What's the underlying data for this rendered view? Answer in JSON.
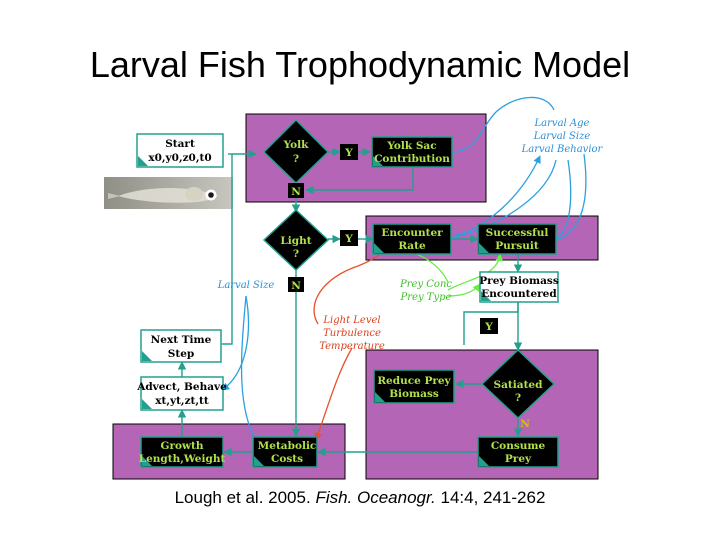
{
  "title": "Larval Fish Trophodynamic Model",
  "citation": {
    "authors": "Lough et al. 2005.",
    "journal": "Fish. Oceanogr.",
    "ref": "14:4, 241-262"
  },
  "nodes": {
    "start": [
      "Start",
      "x0,y0,z0,t0"
    ],
    "yolk_q": [
      "Yolk",
      "?"
    ],
    "yolk_contrib": [
      "Yolk Sac",
      "Contribution"
    ],
    "light_q": [
      "Light",
      "?"
    ],
    "encounter": [
      "Encounter",
      "Rate"
    ],
    "pursuit": [
      "Successful",
      "Pursuit"
    ],
    "prey_biomass": [
      "Prey Biomass",
      "Encountered"
    ],
    "next_step": [
      "Next Time",
      "Step"
    ],
    "advect": [
      "Advect, Behave",
      "xt,yt,zt,tt"
    ],
    "growth": [
      "Growth",
      "Length,Weight"
    ],
    "metabolic": [
      "Metabolic",
      "Costs"
    ],
    "reduce_prey": [
      "Reduce Prey",
      "Biomass"
    ],
    "satiated_q": [
      "Satiated",
      "?"
    ],
    "consume": [
      "Consume",
      "Prey"
    ]
  },
  "labels": {
    "y": "Y",
    "n": "N"
  },
  "notes": {
    "larval_traits": [
      "Larval Age",
      "Larval Size",
      "Larval Behavior"
    ],
    "larval_size": "Larval Size",
    "prey": [
      "Prey Conc",
      "Prey Type"
    ],
    "environment": [
      "Light Level",
      "Turbulence",
      "Temperature"
    ]
  },
  "colors": {
    "panel": "#b565b5",
    "node_border": "#1a9a8a",
    "node_fill": "#ffffff",
    "arrow": "#22a08e",
    "blue_curve": "#2ba0e0",
    "green_curve": "#66ee44",
    "red_curve": "#e8502a",
    "blue_text": "#2a8fd8",
    "red_text": "#d8401e",
    "green_text": "#3fbf2a",
    "satiated_n": "#c8c800"
  }
}
